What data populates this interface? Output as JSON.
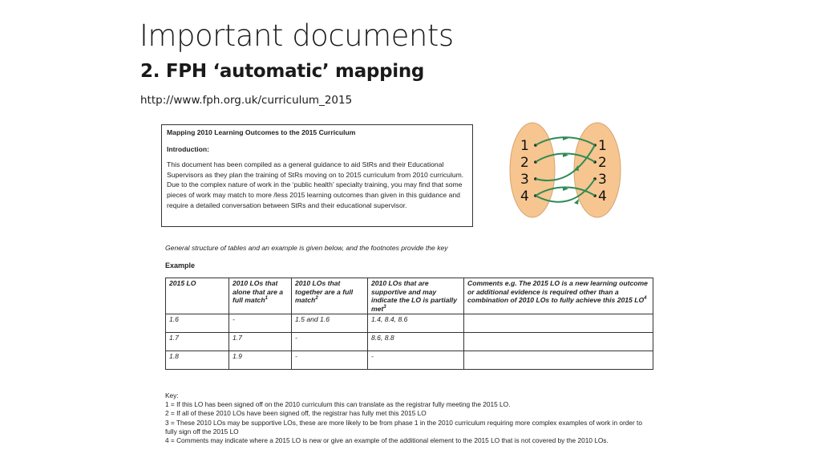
{
  "slide": {
    "title": "Important documents",
    "subtitle": "2. FPH ‘automatic’ mapping",
    "url": "http://www.fph.org.uk/curriculum_2015"
  },
  "intro_box": {
    "doc_title": "Mapping 2010 Learning Outcomes to the 2015 Curriculum",
    "heading": "Introduction:",
    "paragraph": "This document has been compiled as a general guidance to aid StRs and their Educational Supervisors as they plan the training of StRs moving on to 2015 curriculum from 2010 curriculum. Due to the complex nature of work in the ‘public health’ specialty training, you may find that some pieces of work may match  to more /less 2015 learning outcomes than given in this guidance and  require a  detailed conversation between StRs and their educational supervisor."
  },
  "diagram": {
    "description": "mapping-diagram",
    "left_set": [
      "1",
      "2",
      "3",
      "4"
    ],
    "right_set": [
      "1",
      "2",
      "3",
      "4"
    ],
    "mappings": [
      [
        "1",
        "1"
      ],
      [
        "2",
        "2"
      ],
      [
        "3",
        "1"
      ],
      [
        "4",
        "3"
      ],
      [
        "4",
        "4"
      ]
    ],
    "colors": {
      "oval_fill": "#F7C58F",
      "oval_stroke": "#C9A070",
      "arrow": "#2E8B57",
      "text": "#111111"
    }
  },
  "example_section": {
    "general_note": "General structure of tables and an example is given below, and the footnotes provide the key",
    "heading": "Example",
    "table": {
      "headers": [
        {
          "text": "2015 LO",
          "sup": ""
        },
        {
          "text": "2010 LOs that alone that are a full match",
          "sup": "1"
        },
        {
          "text": "2010 LOs that together are a full match",
          "sup": "2"
        },
        {
          "text": "2010 LOs that are supportive and may indicate the LO is partially met",
          "sup": "3"
        },
        {
          "text": "Comments e.g. The 2015 LO is a new learning outcome or additional evidence is required other than a combination of 2010 LOs to fully achieve this 2015 LO",
          "sup": "4"
        }
      ],
      "rows": [
        [
          "1.6",
          "-",
          "1.5 and 1.6",
          "1.4, 8.4, 8.6",
          ""
        ],
        [
          "1.7",
          "1.7",
          "-",
          "8.6, 8.8",
          ""
        ],
        [
          "1.8",
          "1.9",
          "-",
          "-",
          ""
        ]
      ]
    }
  },
  "key": {
    "heading": "Key:",
    "items": [
      "1 = If this LO has been signed off on the 2010 curriculum this can translate as the registrar fully meeting the 2015 LO.",
      "2 = If all of these 2010 LOs have been signed off, the registrar has fully met this 2015 LO",
      "3 = These 2010 LOs may be supportive LOs, these are more likely to be from phase 1 in the 2010 curriculum requiring more complex examples of work in order to fully sign off the 2015 LO",
      "4 = Comments may indicate where a 2015 LO is new or give an example of the additional element to the 2015 LO that is not covered by the 2010 LOs."
    ]
  }
}
